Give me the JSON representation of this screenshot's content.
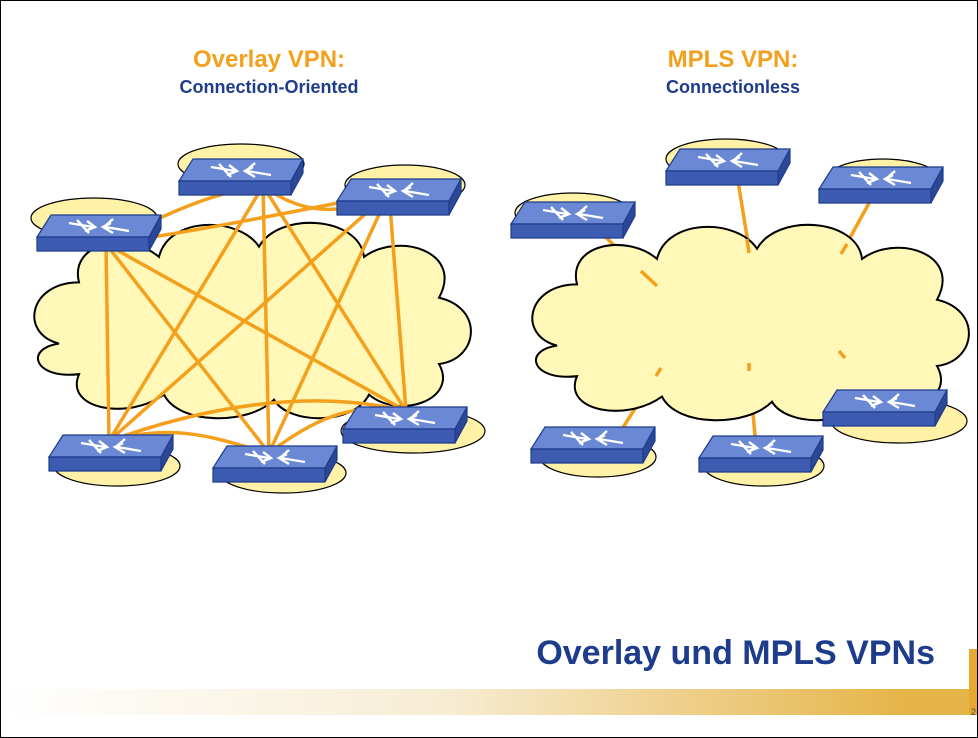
{
  "left_diagram": {
    "title": "Overlay VPN:",
    "subtitle": "Connection-Oriented"
  },
  "right_diagram": {
    "title": "MPLS VPN:",
    "subtitle": "Connectionless"
  },
  "footer": {
    "title": "Overlay und MPLS VPNs",
    "page_number": "2"
  },
  "colors": {
    "accent_orange": "#f4a01c",
    "title_blue": "#1e3c8c",
    "cloud_fill": "#fff8b8",
    "router_blue": "#5a78c8",
    "link_orange": "#f4a01c"
  },
  "icons": [
    "router-icon",
    "cloud-icon",
    "site-ellipse-icon"
  ]
}
